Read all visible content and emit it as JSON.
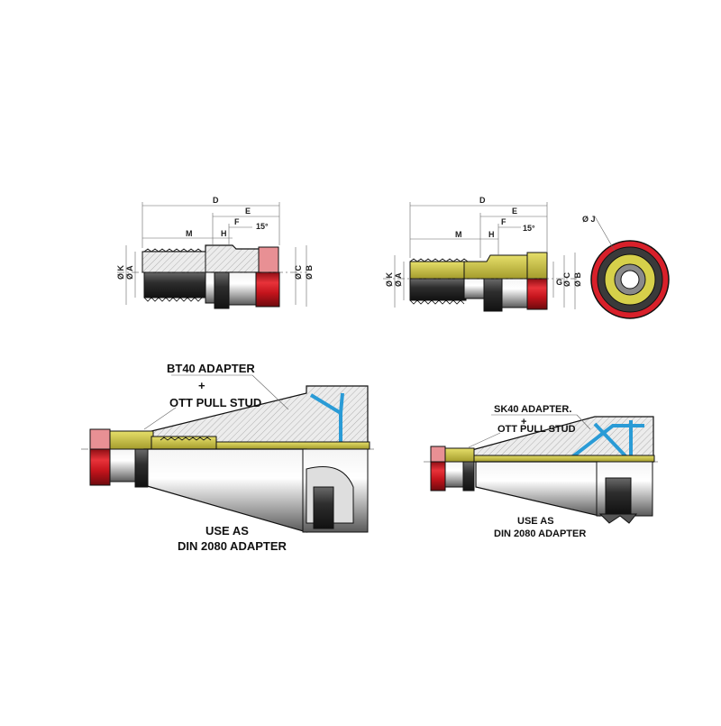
{
  "drawing1": {
    "dims": {
      "D": "D",
      "E": "E",
      "F": "F",
      "H": "H",
      "M": "M",
      "angle": "15°",
      "K": "Ø K",
      "A": "Ø A",
      "C": "Ø C",
      "B": "Ø B"
    }
  },
  "drawing2": {
    "dims": {
      "D": "D",
      "E": "E",
      "F": "F",
      "H": "H",
      "M": "M",
      "angle": "15°",
      "K": "Ø K",
      "A": "Ø A",
      "G": "G",
      "C": "Ø C",
      "B": "Ø B"
    }
  },
  "end_view": {
    "J": "Ø J"
  },
  "bt40": {
    "line1": "BT40 ADAPTER",
    "plus": "+",
    "line2": "OTT PULL STUD",
    "use1": "USE AS",
    "use2": "DIN 2080 ADAPTER"
  },
  "sk40": {
    "line1": "SK40 ADAPTER.",
    "plus": "+",
    "line2": "OTT PULL STUD",
    "use1": "USE AS",
    "use2": "DIN 2080 ADAPTER"
  },
  "colors": {
    "olive": "#c9c24a",
    "red": "#d8202a",
    "blue": "#2a9bd6",
    "steel": "#b8b8b8",
    "dark": "#3a3a3a"
  }
}
